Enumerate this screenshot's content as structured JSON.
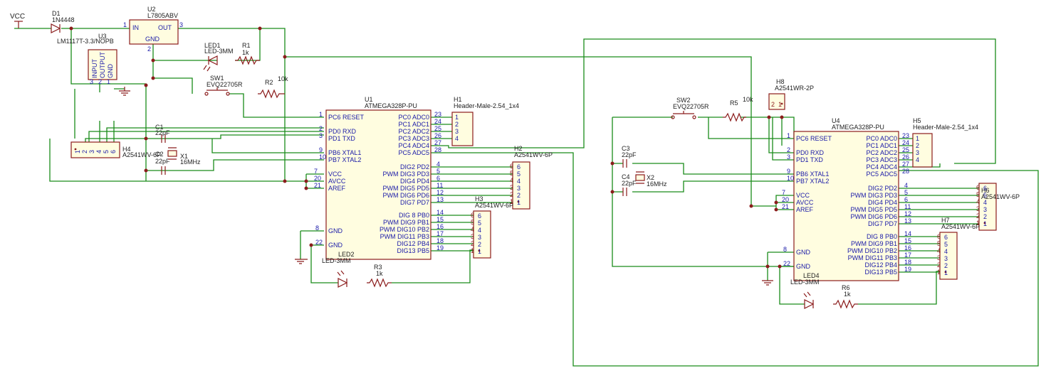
{
  "net_vcc": "VCC",
  "D1": {
    "ref": "D1",
    "value": "1N4448"
  },
  "U2": {
    "ref": "U2",
    "value": "L7805ABV",
    "pin_in": "IN",
    "pin_out": "OUT",
    "pin_gnd": "GND",
    "n1": "1",
    "n2": "2",
    "n3": "3"
  },
  "U3": {
    "ref": "U3",
    "value": "LM1117T-3.3/NOPB",
    "pins": [
      "INPUT",
      "OUTPUT",
      "GND"
    ],
    "nums": [
      "3",
      "2",
      "1"
    ]
  },
  "LED1": {
    "ref": "LED1",
    "value": "LED-3MM"
  },
  "R1": {
    "ref": "R1",
    "value": "1k"
  },
  "R2": {
    "ref": "R2",
    "value": "10k"
  },
  "SW1": {
    "ref": "SW1",
    "value": "EVQ22705R"
  },
  "C1": {
    "ref": "C1",
    "value": "22pF"
  },
  "C2": {
    "ref": "C2",
    "value": "22pF"
  },
  "X1": {
    "ref": "X1",
    "value": "16MHz"
  },
  "H4": {
    "ref": "H4",
    "value": "A2541WV-6P",
    "nums": [
      "1",
      "2",
      "3",
      "4",
      "5",
      "6"
    ]
  },
  "U1": {
    "ref": "U1",
    "value": "ATMEGA328P-PU"
  },
  "H1": {
    "ref": "H1",
    "value": "Header-Male-2.54_1x4"
  },
  "H2": {
    "ref": "H2",
    "value": "A2541WV-6P"
  },
  "H3": {
    "ref": "H3",
    "value": "A2541WV-6P"
  },
  "LED2": {
    "ref": "LED2",
    "value": "LED-3MM"
  },
  "R3": {
    "ref": "R3",
    "value": "1k"
  },
  "SW2": {
    "ref": "SW2",
    "value": "EVQ22705R"
  },
  "R5": {
    "ref": "R5",
    "value": "10k"
  },
  "H8": {
    "ref": "H8",
    "value": "A2541WR-2P",
    "nums": [
      "2",
      "1"
    ]
  },
  "C3": {
    "ref": "C3",
    "value": "22pF"
  },
  "C4": {
    "ref": "C4",
    "value": "22pF"
  },
  "X2": {
    "ref": "X2",
    "value": "16MHz"
  },
  "U4": {
    "ref": "U4",
    "value": "ATMEGA328P-PU"
  },
  "H5": {
    "ref": "H5",
    "value": "Header-Male-2.54_1x4"
  },
  "H6": {
    "ref": "H6",
    "value": "A2541WV-6P"
  },
  "H7": {
    "ref": "H7",
    "value": "A2541WV-6P"
  },
  "LED4": {
    "ref": "LED4",
    "value": "LED-3MM"
  },
  "R6": {
    "ref": "R6",
    "value": "1k"
  },
  "mcu": {
    "left_top": [
      {
        "num": "1",
        "name": "PC6 RESET"
      },
      {
        "num": "2",
        "name": "PD0 RXD"
      },
      {
        "num": "3",
        "name": "PD1 TXD"
      },
      {
        "num": "9",
        "name": "PB6 XTAL1"
      },
      {
        "num": "10",
        "name": "PB7 XTAL2"
      }
    ],
    "left_pwr": [
      {
        "num": "7",
        "name": "VCC"
      },
      {
        "num": "20",
        "name": "AVCC"
      },
      {
        "num": "21",
        "name": "AREF"
      }
    ],
    "left_gnd": [
      {
        "num": "8",
        "name": "GND"
      },
      {
        "num": "22",
        "name": "GND"
      }
    ],
    "right_a": [
      {
        "num": "23",
        "name": "PC0 ADC0"
      },
      {
        "num": "24",
        "name": "PC1 ADC1"
      },
      {
        "num": "25",
        "name": "PC2 ADC2"
      },
      {
        "num": "26",
        "name": "PC3 ADC3"
      },
      {
        "num": "27",
        "name": "PC4 ADC4"
      },
      {
        "num": "28",
        "name": "PC5 ADC5"
      }
    ],
    "right_d": [
      {
        "num": "4",
        "name": "DIG2 PD2"
      },
      {
        "num": "5",
        "name": "PWM DIG3 PD3"
      },
      {
        "num": "6",
        "name": "DIG4 PD4"
      },
      {
        "num": "11",
        "name": "PWM DIG5 PD5"
      },
      {
        "num": "12",
        "name": "PWM DIG6 PD6"
      },
      {
        "num": "13",
        "name": "DIG7 PD7"
      }
    ],
    "right_b": [
      {
        "num": "14",
        "name": "DIG 8 PB0"
      },
      {
        "num": "15",
        "name": "PWM DIG9 PB1"
      },
      {
        "num": "16",
        "name": "PWM DIG10 PB2"
      },
      {
        "num": "17",
        "name": "PWM DIG11 PB3"
      },
      {
        "num": "18",
        "name": "DIG12 PB4"
      },
      {
        "num": "19",
        "name": "DIG13 PB5"
      }
    ]
  },
  "header4_nums": [
    "1",
    "2",
    "3",
    "4"
  ],
  "header6_nums": [
    "6",
    "5",
    "4",
    "3",
    "2",
    "1"
  ]
}
